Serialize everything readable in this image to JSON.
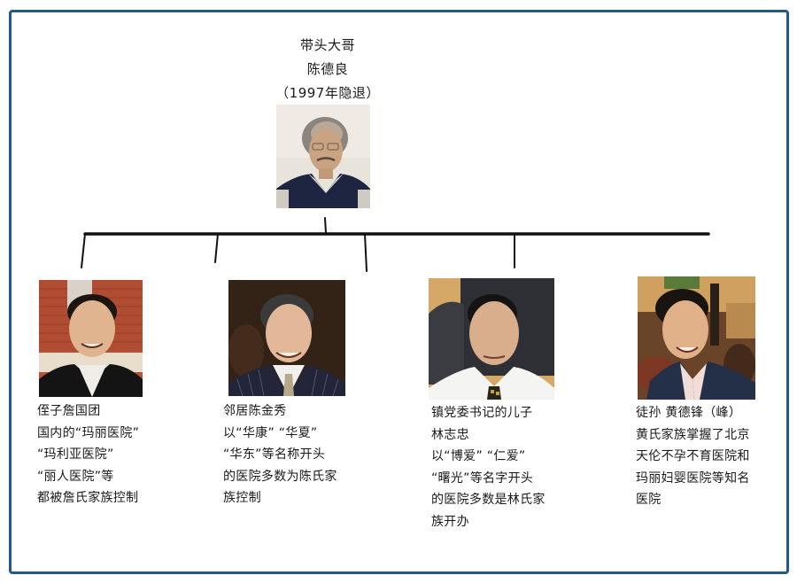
{
  "colors": {
    "frame_border": "#1f5a8a",
    "connector": "#111111",
    "text": "#1a1a1a",
    "background": "#ffffff"
  },
  "root": {
    "lines": [
      "带头大哥",
      "陈德良",
      "（1997年隐退）"
    ],
    "photo": "portrait-elderly-man-glasses-dark-vest"
  },
  "children": [
    {
      "photo": "portrait-man-dark-jacket-wood-background",
      "lines": [
        "侄子詹国团",
        "国内的“玛丽医院”",
        "“玛利亚医院”",
        "“丽人医院”等",
        "都被詹氏家族控制"
      ]
    },
    {
      "photo": "portrait-man-pinstripe-suit-dark-background",
      "lines": [
        "邻居陈金秀",
        "以“华康” “华夏”",
        "“华东”等名称开头",
        "的医院多数为陈氏家",
        "族控制"
      ]
    },
    {
      "photo": "portrait-man-white-shirt-leather-chair",
      "lines": [
        "镇党委书记的儿子",
        "林志忠",
        "以“博爱” “仁爱”",
        "“曙光”等名字开头",
        "的医院多数是林氏家",
        "族开办"
      ]
    },
    {
      "photo": "portrait-man-navy-blazer-event-background",
      "lines": [
        "徒孙 黄德锋（峰）",
        "黄氏家族掌握了北京",
        "天伦不孕不育医院和",
        "玛丽妇婴医院等知名",
        "医院"
      ]
    }
  ]
}
